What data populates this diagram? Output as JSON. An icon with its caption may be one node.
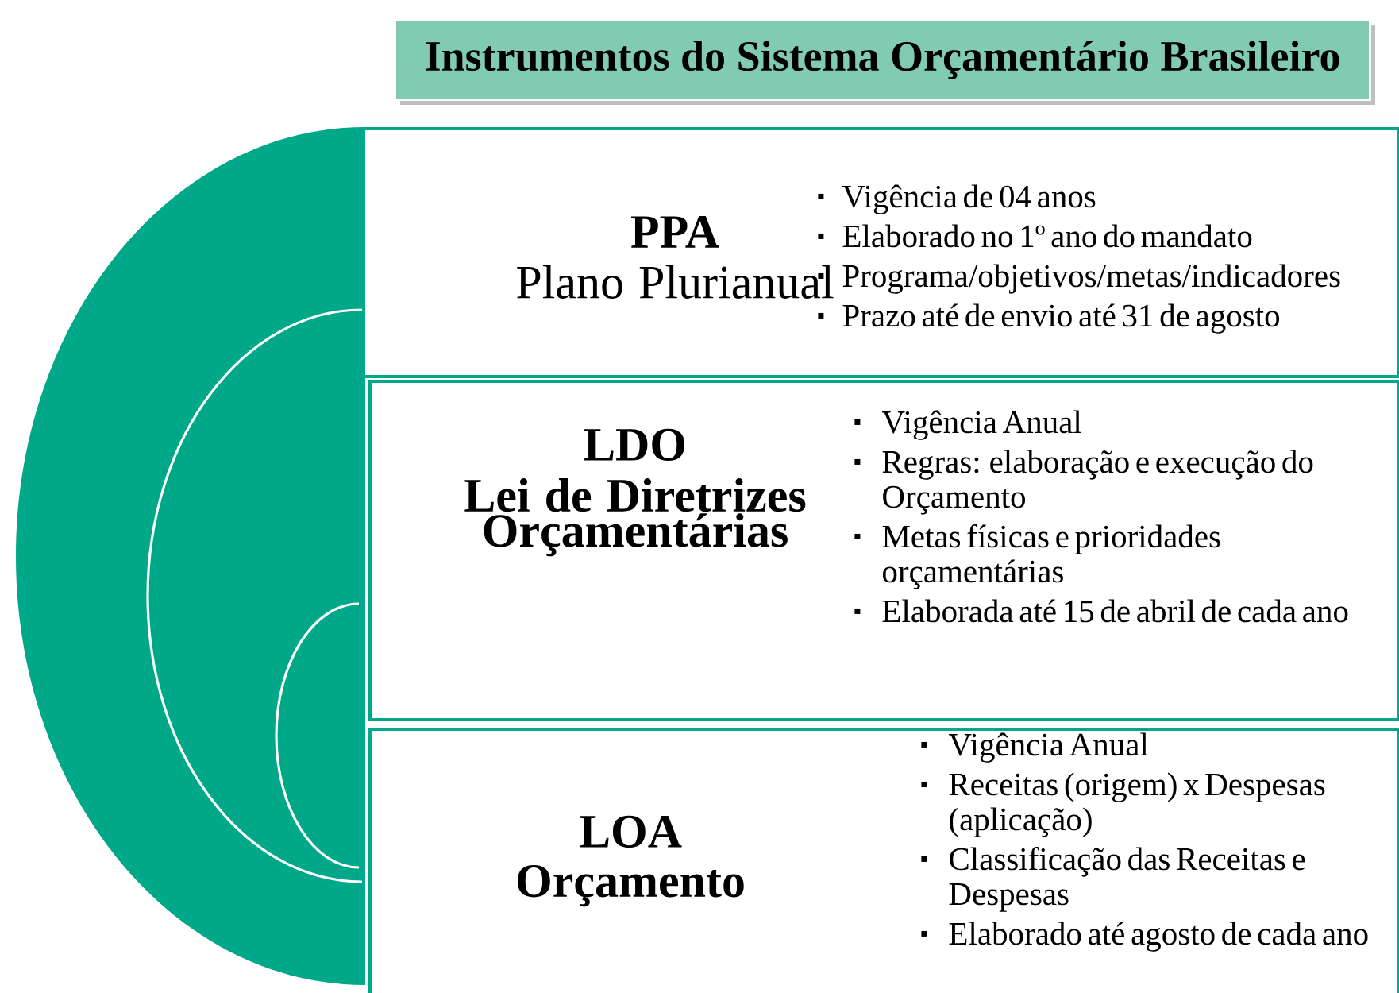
{
  "diagram": {
    "title": "Instrumentos do Sistema Orçamentário Brasileiro",
    "nodes": [
      {
        "text": [
          "PPA",
          "Plano Plurianual",
          "Vigência de 04 anos",
          "Elaborado no 1º ano do mandato",
          "Programa/objetivos/metas/indicadores",
          "Prazo até de envio até 31 de agosto"
        ]
      },
      {
        "text": [
          "LDO",
          "Lei de Diretrizes Orçamentárias",
          "Vigência Anual",
          "Regras: elaboração e execução do Orçamento",
          "Metas físicas e prioridades orçamentárias",
          "Elaborada até 15 de abril de cada ano"
        ]
      },
      {
        "text": [
          "LOA",
          "Orçamento",
          "Vigência Anual",
          "Receitas (origem) x Despesas (aplicação)",
          "Classificação das Receitas e Despesas",
          "Elaborado até agosto de cada ano"
        ]
      }
    ]
  }
}
